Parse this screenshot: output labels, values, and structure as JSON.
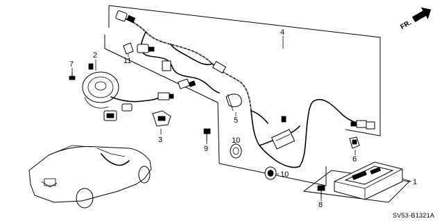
{
  "diagram": {
    "direction_label": "FR.",
    "diagram_code": "SV53-B1321A",
    "callouts": {
      "c1": "1",
      "c2": "2",
      "c3": "3",
      "c4": "4",
      "c5": "5",
      "c6": "6",
      "c7": "7",
      "c8": "8",
      "c9": "9",
      "c10a": "10",
      "c10b": "10",
      "c11": "11"
    }
  }
}
